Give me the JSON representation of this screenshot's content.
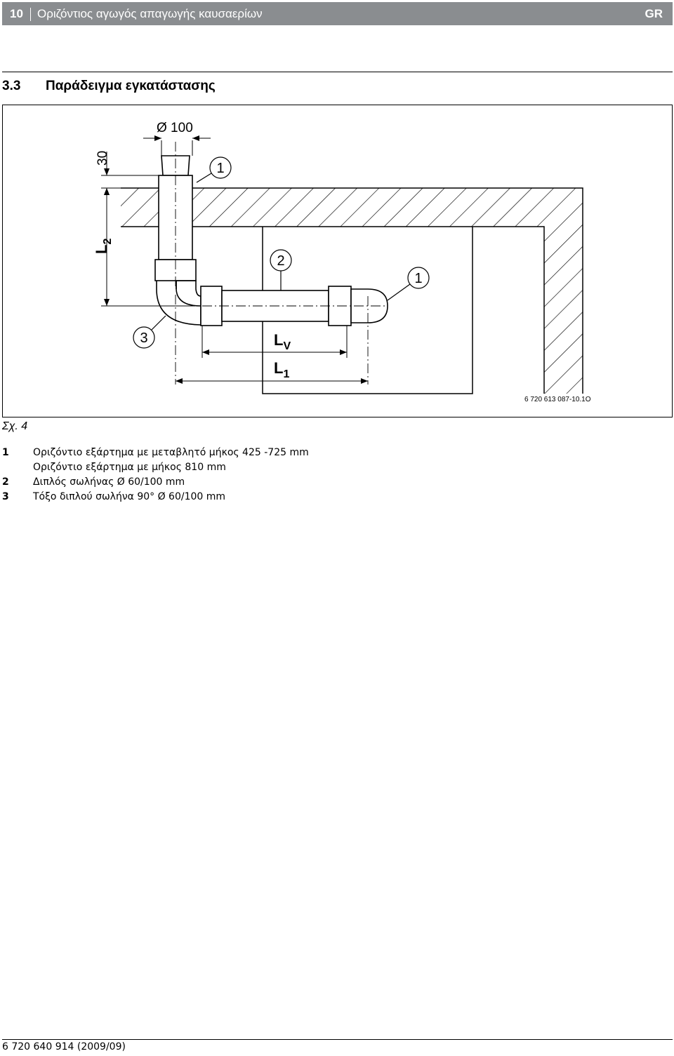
{
  "header": {
    "page_number": "10",
    "title": "Οριζόντιος αγωγός απαγωγής καυσαερίων",
    "language": "GR"
  },
  "section": {
    "number": "3.3",
    "title": "Παράδειγμα εγκατάστασης"
  },
  "figure": {
    "labels": {
      "diameter": "Ø 100",
      "dim_30": "30",
      "l2_main": "L",
      "l2_sub": "2",
      "lv_main": "L",
      "lv_sub": "V",
      "l1_main": "L",
      "l1_sub": "1",
      "callout_1": "1",
      "callout_2": "2",
      "callout_3": "3",
      "drawing_code": "6 720 613 087-10.1O"
    },
    "caption": "Σχ. 4"
  },
  "legend": [
    {
      "num": "1",
      "text": "Οριζόντιο εξάρτημα με μεταβλητό μήκος 425 -725 mm"
    },
    {
      "num": "",
      "text": "Οριζόντιο εξάρτημα με μήκος 810 mm"
    },
    {
      "num": "2",
      "text": "Διπλός σωλήνας Ø  60/100 mm"
    },
    {
      "num": "3",
      "text": "Τόξο διπλού σωλήνα 90° Ø  60/100 mm"
    }
  ],
  "footer": {
    "doc_number": "6 720 640 914 (2009/09)"
  }
}
